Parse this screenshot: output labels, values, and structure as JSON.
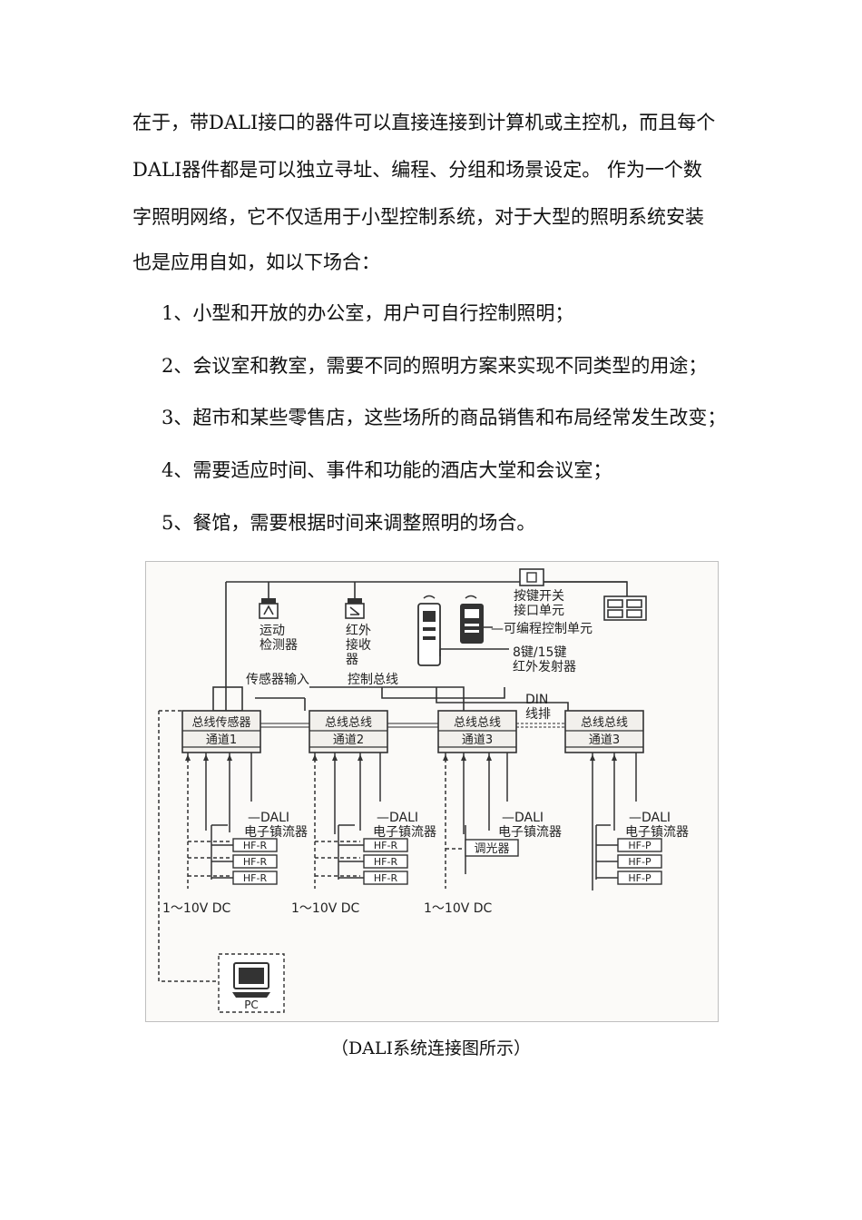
{
  "body": {
    "lines": [
      "在于，带DALI接口的器件可以直接连接到计算机或主控机，而且每个",
      "DALI器件都是可以独立寻址、编程、分组和场景设定。 作为一个数",
      "字照明网络，它不仅适用于小型控制系统，对于大型的照明系统安装",
      "也是应用自如，如以下场合："
    ],
    "items": [
      "1、小型和开放的办公室，用户可自行控制照明；",
      "2、会议室和教室，需要不同的照明方案来实现不同类型的用途；",
      "3、超市和某些零售店，这些场所的商品销售和布局经常发生改变；",
      "4、需要适应时间、事件和功能的酒店大堂和会议室；",
      "5、餐馆，需要根据时间来调整照明的场合。"
    ]
  },
  "diagram": {
    "button_switch": "按键开关",
    "interface_unit": "接口单元",
    "motion_1": "运动",
    "motion_2": "检测器",
    "ir_1": "红外",
    "ir_2": "接收",
    "ir_3": "器",
    "programmable_unit": "—可编程控制单元",
    "ir_tx_1": "8键/15键",
    "ir_tx_2": "红外发射器",
    "sensor_input": "传感器输入",
    "control_bus": "控制总线",
    "din_1": "DIN",
    "din_2": "线排",
    "modules": [
      {
        "title": "总线传感器",
        "channel": "通道1"
      },
      {
        "title": "总线总线",
        "channel": "通道2"
      },
      {
        "title": "总线总线",
        "channel": "通道3"
      },
      {
        "title": "总线总线",
        "channel": "通道3"
      }
    ],
    "dali_label": "—DALI",
    "ballast_label": "电子镇流器",
    "hf_r": "HF-R",
    "hf_p": "HF-P",
    "dimmer": "调光器",
    "dc_label": "1～10V DC",
    "pc_label": "PC"
  },
  "caption": "（DALI系统连接图所示）"
}
